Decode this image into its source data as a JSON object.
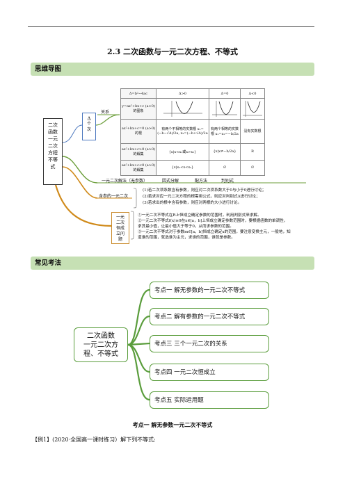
{
  "header": {
    "title": "2.3  二次函数与一元二次方程、不等式"
  },
  "section_mindmap": {
    "label": "思维导图",
    "root_chars": [
      "二次",
      "函数",
      "一元",
      "二次",
      "方程",
      "不等",
      "式"
    ],
    "delta_node": [
      "Δ",
      "个",
      "次"
    ],
    "relation_label": "关系",
    "table": {
      "r0": [
        "Δ=b²−4ac",
        "Δ>0",
        "Δ=0",
        "Δ<0"
      ],
      "r1": [
        "y=ax²+bx+c (a>0)的图象",
        "",
        "",
        ""
      ],
      "r2": [
        "ax²+bx+c=0 (a>0)的根",
        "有两个不相等的实数根 x₁=(−b−√Δ)/2a, x₂=(−b+√Δ)/2a",
        "有两个相等的实数根 x₁=x₂=−b/2a",
        "没有实数根"
      ],
      "r3": [
        "ax²+bx+c>0 (a>0)的解集",
        "{x|x<x₁或x>x₂}",
        "{x|x≠−b/2a}",
        "R"
      ],
      "r4": [
        "ax²+bx+c<0 (a>0)的解集",
        "{x|x₁<x<x₂}",
        "∅",
        "∅"
      ]
    },
    "no_param": {
      "label": "一元二次解法（无参数）",
      "methods": [
        "因式分解",
        "配方法",
        "判别式"
      ]
    },
    "with_param": {
      "label": "含参的一元二次",
      "notes": [
        "(1)若二次项系数含有参数，则应对二次项系数大于0与小于0进行讨论；",
        "(2)若求对应一元二次方程的根需用公式，则应对判别式Δ进行讨论；",
        "(3)若求出的根中含有参数，则应对两根的大小进行讨论。"
      ]
    },
    "constant": {
      "node": [
        "一元",
        "二次",
        "恒成",
        "立问",
        "题"
      ],
      "notes": [
        "①一元二次不等式在R上恒成立确定参数的范围时，利用判别式来求解。",
        "②一元二次不等式f(x)≥0在x∈[a，b]上恒成立确定参数范围时，要根据函数的单调性，",
        "求其最小值，让最小值大于等于0，从而求参数的范围。",
        "③一元二次不等式对于参数m∈[a，b]恒成立确定x的范围，要注意变换主元，一般地，知",
        "道谁的范围，就选谁为主元，求谁的范围，谁就是参数。"
      ]
    }
  },
  "section_methods": {
    "label": "常见考法",
    "root_lines": [
      "二次函数",
      "一元二次方",
      "程、不等式"
    ],
    "points": [
      "考点一  解无参数的一元二次不等式",
      "考点二  解有参数的一元二次不等式",
      "考点三  三个一元二次的关系",
      "考点四  一元二次恒成立",
      "考点五  实际运用题"
    ]
  },
  "subheading": "考点一  解无参数一元二次不等式",
  "example": "【例1】(2020·全国高一课时练习）解下列不等式:"
}
